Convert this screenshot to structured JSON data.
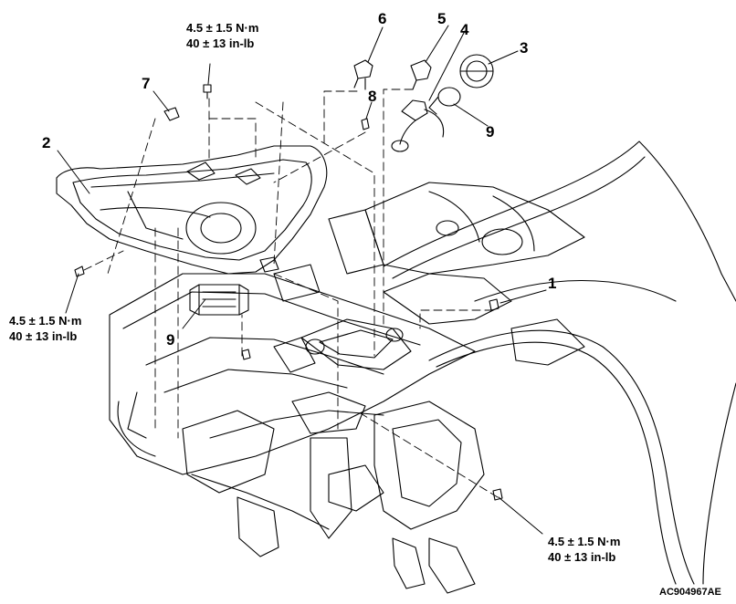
{
  "diagram": {
    "code": "AC904967AE",
    "callouts": [
      "1",
      "2",
      "3",
      "4",
      "5",
      "6",
      "7",
      "8",
      "9",
      "9"
    ],
    "torque_specs": [
      {
        "nm": "4.5 ± 1.5 N·m",
        "inlb": "40 ± 13 in-lb"
      },
      {
        "nm": "4.5 ± 1.5 N·m",
        "inlb": "40 ± 13 in-lb"
      },
      {
        "nm": "4.5 ± 1.5 N·m",
        "inlb": "40 ± 13 in-lb"
      }
    ]
  },
  "colors": {
    "ink": "#000000",
    "paper": "#ffffff"
  }
}
